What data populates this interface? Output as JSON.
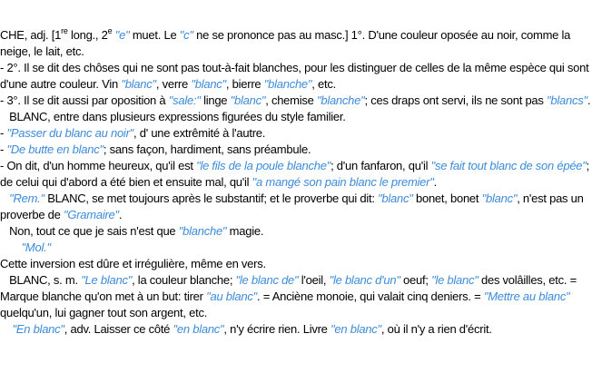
{
  "colors": {
    "quote": "#3d8bd9",
    "text": "#000000"
  },
  "lines": [
    [
      {
        "t": "CHE, adj. [1"
      },
      {
        "t": "re",
        "s": 1
      },
      {
        "t": " long., 2"
      },
      {
        "t": "e",
        "s": 1
      },
      {
        "t": " "
      },
      {
        "t": "\"e\"",
        "q": 1
      },
      {
        "t": " muet. Le "
      },
      {
        "t": "\"c\"",
        "q": 1
      },
      {
        "t": " ne se prononce pas au masc.] 1°. D'une couleur oposée au noir, comme la"
      }
    ],
    [
      {
        "t": "neige, le lait, etc."
      }
    ],
    [
      {
        "t": "- 2°. Il se dit des chôses qui ne sont pas tout-à-fait blanches, pour les distinguer de celles de la même espèce qui sont"
      }
    ],
    [
      {
        "t": "d'une autre couleur. Vin "
      },
      {
        "t": "\"blanc\"",
        "q": 1
      },
      {
        "t": ", verre "
      },
      {
        "t": "\"blanc\"",
        "q": 1
      },
      {
        "t": ", bierre "
      },
      {
        "t": "\"blanche\"",
        "q": 1
      },
      {
        "t": ", etc."
      }
    ],
    [
      {
        "t": "- 3°. Il se dit aussi par oposition à "
      },
      {
        "t": "\"sale:\"",
        "q": 1
      },
      {
        "t": " linge "
      },
      {
        "t": "\"blanc\"",
        "q": 1
      },
      {
        "t": ", chemise "
      },
      {
        "t": "\"blanche\"",
        "q": 1
      },
      {
        "t": "; ces draps ont servi, ils ne sont pas "
      },
      {
        "t": "\"blancs\"",
        "q": 1
      },
      {
        "t": "."
      }
    ],
    [
      {
        "t": "   BLANC, entre dans plusieurs expressions figurées du style familier."
      }
    ],
    [
      {
        "t": "- "
      },
      {
        "t": "\"Passer du blanc au noir\"",
        "q": 1
      },
      {
        "t": ", d' une extrêmité à l'autre."
      }
    ],
    [
      {
        "t": "- "
      },
      {
        "t": "\"De butte en blanc\"",
        "q": 1
      },
      {
        "t": "; sans façon, hardiment, sans préambule."
      }
    ],
    [
      {
        "t": "- On dit, d'un homme heureux, qu'il est "
      },
      {
        "t": "\"le fils de la poule blanche\"",
        "q": 1
      },
      {
        "t": "; d'un fanfaron, qu'il "
      },
      {
        "t": "\"se fait tout blanc de son épée\"",
        "q": 1
      },
      {
        "t": ";"
      }
    ],
    [
      {
        "t": "de celui qui d'abord a été bien et ensuite mal, qu'il "
      },
      {
        "t": "\"a mangé son pain blanc le premier\"",
        "q": 1
      },
      {
        "t": "."
      }
    ],
    [
      {
        "t": "   "
      },
      {
        "t": "\"Rem.\"",
        "q": 1
      },
      {
        "t": " BLANC, se met toujours après le substantif; et le proverbe qui dit: "
      },
      {
        "t": "\"blanc\"",
        "q": 1
      },
      {
        "t": " bonet, bonet "
      },
      {
        "t": "\"blanc\"",
        "q": 1
      },
      {
        "t": ", n'est pas un"
      }
    ],
    [
      {
        "t": "proverbe de "
      },
      {
        "t": "\"Gramaire\"",
        "q": 1
      },
      {
        "t": "."
      }
    ],
    [
      {
        "t": "   Non, tout ce que je sais n'est que "
      },
      {
        "t": "\"blanche\"",
        "q": 1
      },
      {
        "t": " magie."
      }
    ],
    [
      {
        "t": "       "
      },
      {
        "t": "\"Mol.\"",
        "q": 1
      }
    ],
    [
      {
        "t": "Cette inversion est dûre et irrégulière, même en vers."
      }
    ],
    [
      {
        "t": "   BLANC, s. m. "
      },
      {
        "t": "\"Le blanc\"",
        "q": 1
      },
      {
        "t": ", la couleur blanche; "
      },
      {
        "t": "\"le blanc de\"",
        "q": 1
      },
      {
        "t": " l'oeil, "
      },
      {
        "t": "\"le blanc d'un\"",
        "q": 1
      },
      {
        "t": " oeuf; "
      },
      {
        "t": "\"le blanc\"",
        "q": 1
      },
      {
        "t": " des volâilles, etc. ="
      }
    ],
    [
      {
        "t": "Marque blanche qu'on met à un but: tirer "
      },
      {
        "t": "\"au blanc\"",
        "q": 1
      },
      {
        "t": ". = Anciène monoie, qui valait cinq deniers. = "
      },
      {
        "t": "\"Mettre au blanc\"",
        "q": 1
      }
    ],
    [
      {
        "t": "quelqu'un, lui gagner tout son argent, etc."
      }
    ],
    [
      {
        "t": "    "
      },
      {
        "t": "\"En blanc\"",
        "q": 1
      },
      {
        "t": ", adv. Laisser ce côté "
      },
      {
        "t": "\"en blanc\"",
        "q": 1
      },
      {
        "t": ", n'y écrire rien. Livre "
      },
      {
        "t": "\"en blanc\"",
        "q": 1
      },
      {
        "t": ", où il n'y a rien d'écrit."
      }
    ]
  ]
}
